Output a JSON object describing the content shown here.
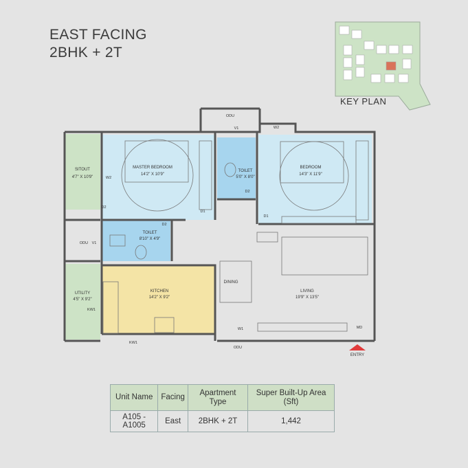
{
  "header": {
    "line1": "EAST FACING",
    "line2": "2BHK + 2T"
  },
  "key_plan": {
    "label": "KEY PLAN",
    "highlight_color": "#d9735a"
  },
  "rooms": {
    "sitout": {
      "name": "SITOUT",
      "dim": "4'7\" X 10'9\""
    },
    "master_bedroom": {
      "name": "MASTER BEDROOM",
      "dim": "14'2\" X 10'9\""
    },
    "toilet1": {
      "name": "TOILET",
      "dim": "5'0\" X 8'0\""
    },
    "bedroom": {
      "name": "BEDROOM",
      "dim": "14'3\" X 11'9\""
    },
    "toilet2": {
      "name": "TOILET",
      "dim": "8'10\" X 4'9\""
    },
    "utility": {
      "name": "UTILITY",
      "dim": "4'5\" X 9'2\""
    },
    "kitchen": {
      "name": "KITCHEN",
      "dim": "14'2\" X 9'2\""
    },
    "dining": {
      "name": "DINING"
    },
    "living": {
      "name": "LIVING",
      "dim": "19'9\" X 13'5\""
    }
  },
  "tags": {
    "odu_top": "ODU",
    "odu_left": "ODU",
    "odu_bottom": "ODU",
    "v1_top": "V1",
    "v1_left": "V1",
    "w2_top": "W2",
    "w2_master": "W2",
    "d2_sitout": "D2",
    "d1_master": "D1",
    "d2_toilet1": "D2",
    "d1_bedroom": "D1",
    "d2_toilet2": "D2",
    "kw1_utility": "KW1",
    "kw1_bottom": "KW1",
    "w1": "W1",
    "md": "MD",
    "entry": "ENTRY"
  },
  "colors": {
    "room_blue": "#cfe9f4",
    "toilet_blue": "#a7d5ee",
    "kitchen": "#f4e4a6",
    "balcony": "#cde3c6",
    "entry": "#e23b3b"
  },
  "area_table": {
    "headers": [
      "Unit Name",
      "Facing",
      "Apartment Type",
      "Super Built-Up Area (Sft)"
    ],
    "rows": [
      [
        "A105 - A1005",
        "East",
        "2BHK + 2T",
        "1,442"
      ]
    ]
  }
}
